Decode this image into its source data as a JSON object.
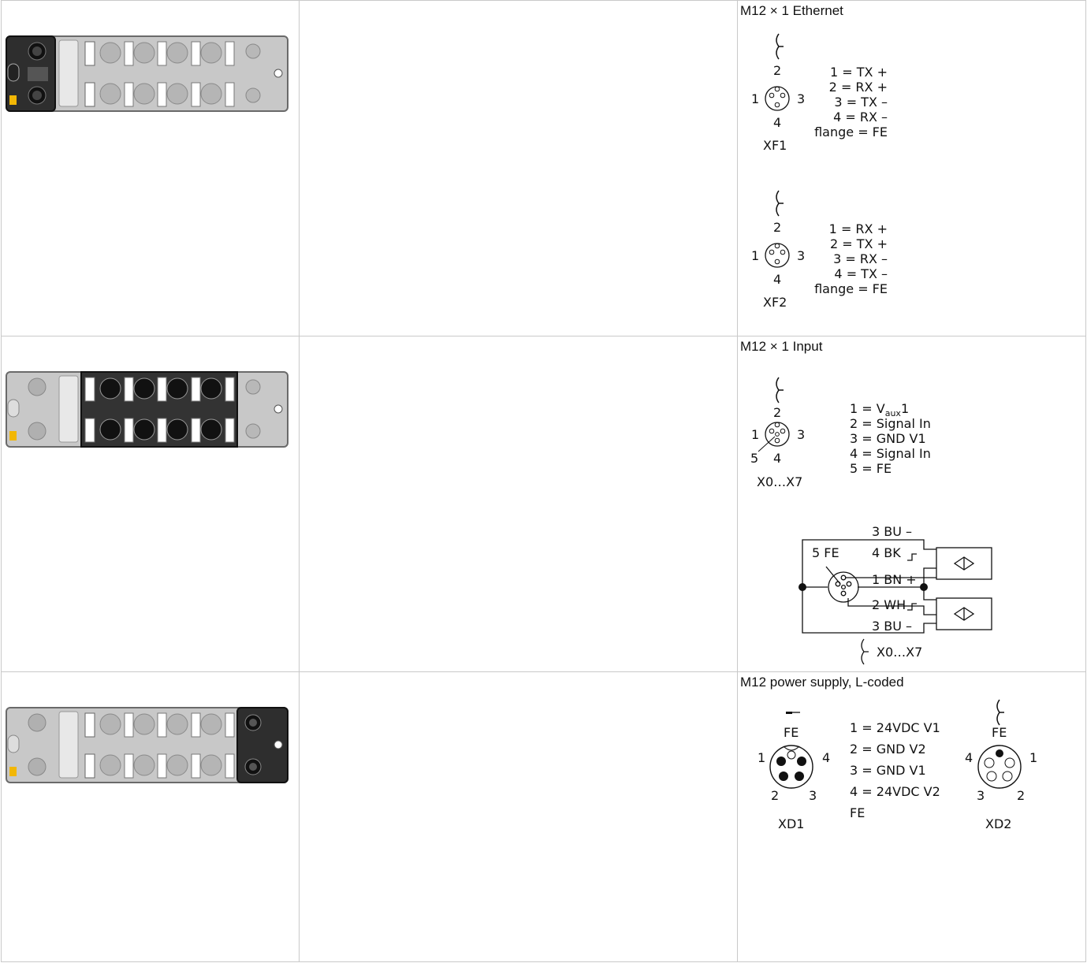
{
  "rows": [
    {
      "title": "M12 × 1 Ethernet",
      "connectors": [
        {
          "name": "XF1",
          "left_pin": "1",
          "right_pin": "3",
          "top_pin": "2",
          "bottom_pin": "4",
          "pins": [
            "1 = TX +",
            "2 = RX +",
            "3 = TX –",
            "4 = RX –",
            "flange = FE"
          ]
        },
        {
          "name": "XF2",
          "left_pin": "1",
          "right_pin": "3",
          "top_pin": "2",
          "bottom_pin": "4",
          "pins": [
            "1 = RX +",
            "2 = TX +",
            "3 = RX –",
            "4 = TX –",
            "flange = FE"
          ]
        }
      ]
    },
    {
      "title": "M12 × 1 Input",
      "connector": {
        "name": "X0…X7",
        "top_pin": "2",
        "left_pin": "1",
        "right_pin": "3",
        "bottom_pin": "4",
        "fe_pin": "5",
        "pins_1_prefix": "1 = V",
        "pins_1_sub": "aux",
        "pins_1_suffix": "1",
        "pins": [
          "2 = Signal In",
          "3 = GND V1",
          "4 = Signal In",
          "5 = FE"
        ]
      },
      "wiring": {
        "fe_label": "5 FE",
        "wire_labels": [
          "3 BU –",
          "4 BK",
          "1 BN +",
          "2 WH",
          "3 BU –"
        ],
        "caption": "X0…X7"
      }
    },
    {
      "title": "M12 power supply, L-coded",
      "left_connector": {
        "name": "XD1",
        "fe": "FE",
        "p1": "1",
        "p2": "2",
        "p3": "3",
        "p4": "4"
      },
      "right_connector": {
        "name": "XD2",
        "fe": "FE",
        "p1": "1",
        "p2": "2",
        "p3": "3",
        "p4": "4"
      },
      "pins": [
        "1 = 24VDC V1",
        "2 = GND V2",
        "3 = GND V1",
        "4 = 24VDC V2",
        "FE"
      ]
    }
  ],
  "colors": {
    "module_gray": "#c8c8c8",
    "module_dark": "#3a3a3a",
    "highlight_yellow": "#f2b705",
    "border": "#c9c9c9"
  }
}
